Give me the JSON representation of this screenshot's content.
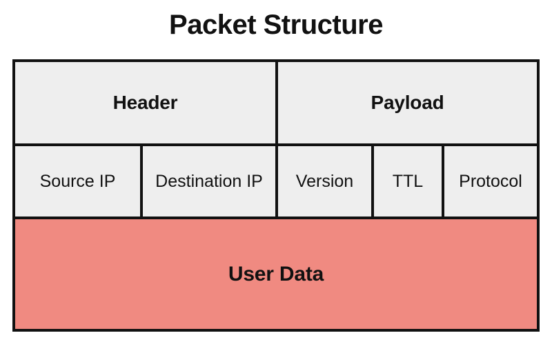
{
  "title": "Packet Structure",
  "colors": {
    "cell_fill": "#eeeeee",
    "user_data_fill": "#f08a81",
    "border": "#111111",
    "text": "#111111",
    "background": "#ffffff"
  },
  "diagram": {
    "sections": [
      {
        "label": "Header"
      },
      {
        "label": "Payload"
      }
    ],
    "fields": [
      {
        "label": "Source IP",
        "parent": "Header"
      },
      {
        "label": "Destination IP",
        "parent": "Header"
      },
      {
        "label": "Version",
        "parent": "Payload"
      },
      {
        "label": "TTL",
        "parent": "Payload"
      },
      {
        "label": "Protocol",
        "parent": "Payload"
      }
    ],
    "payload_body": {
      "label": "User Data"
    }
  }
}
